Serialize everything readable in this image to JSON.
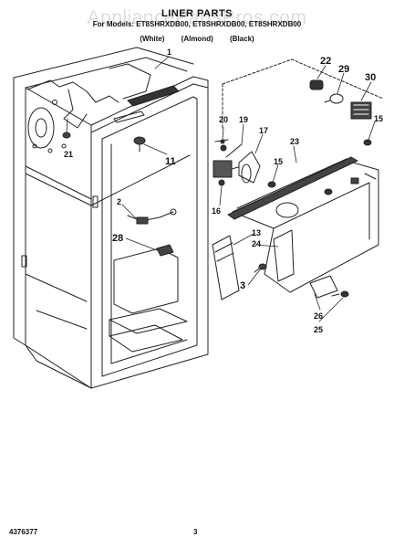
{
  "header": {
    "title": "LINER PARTS",
    "subtitle": "For Models: ET8SHRXDB00, ET8SHRXDB00, ET8SHRXDB00",
    "colors": [
      "(White)",
      "(Almond)",
      "(Black)"
    ]
  },
  "watermark": "AppliancePartsPros.com",
  "footer": {
    "code": "4376377",
    "page": "3"
  },
  "callouts": [
    "1",
    "2",
    "3",
    "11",
    "13",
    "15",
    "15",
    "16",
    "17",
    "19",
    "20",
    "21",
    "22",
    "23",
    "24",
    "25",
    "26",
    "28",
    "29",
    "30"
  ]
}
